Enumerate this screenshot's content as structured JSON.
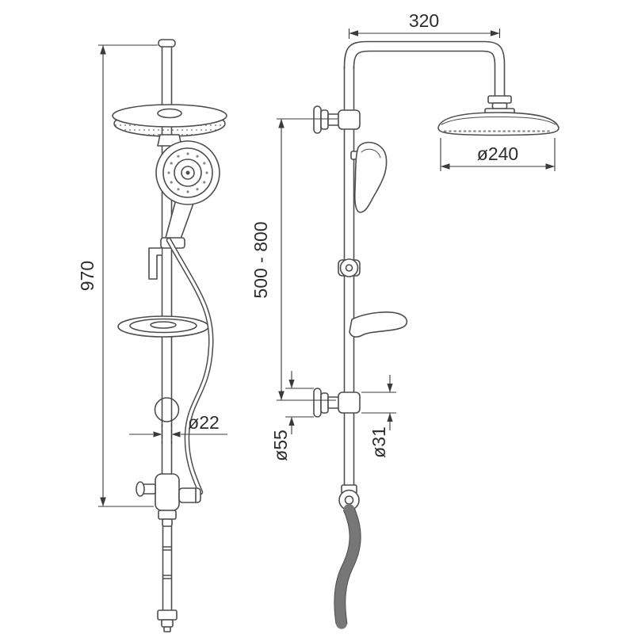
{
  "drawing": {
    "background": "#ffffff",
    "line_color": "#4d4d4d",
    "dimension_color": "#3a3a3a",
    "text_color": "#2d2d2d",
    "labels": {
      "top_offset": "320",
      "head_diameter": "ø240",
      "total_height": "970",
      "riser_range": "500 - 800",
      "pipe_diameter": "ø22",
      "flange_diameter": "ø55",
      "clamp_diameter": "ø31"
    }
  }
}
